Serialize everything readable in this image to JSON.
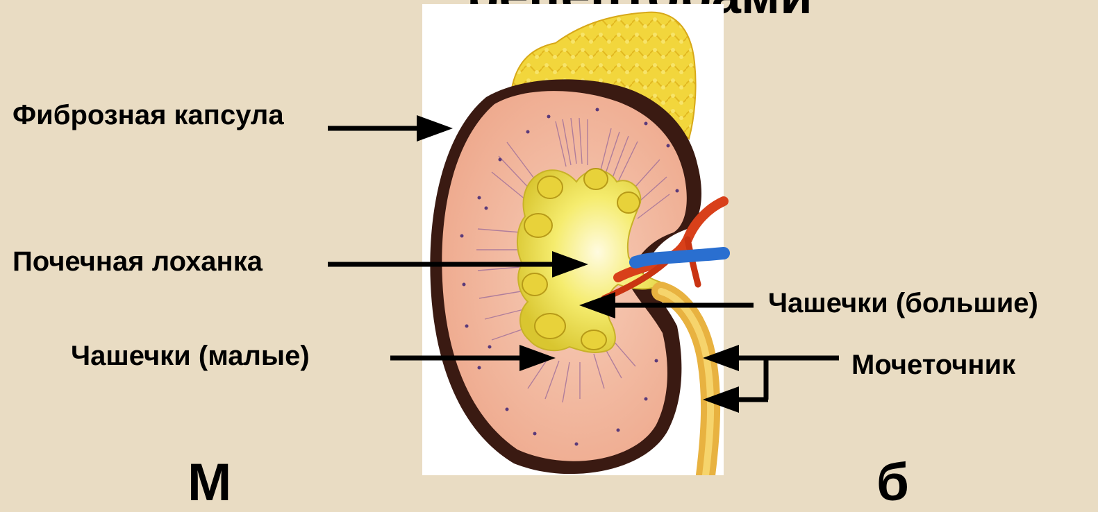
{
  "slide": {
    "heading_top": "рецепторами",
    "heading_bottom_left": "М",
    "heading_bottom_right": "б"
  },
  "labels": {
    "fibrous_capsule": "Фиброзная капсула",
    "renal_pelvis": "Почечная лоханка",
    "major_calyces": "Чашечки (большие)",
    "minor_calyces": "Чашечки (малые)",
    "ureter": "Мочеточник"
  },
  "colors": {
    "background": "#e9dcc3",
    "photo_background": "#ffffff",
    "cortex": "#f2b49a",
    "capsule_dark": "#3a1a12",
    "adrenal_fat": "#f0d23a",
    "pelvis_yellow": "#f4ea66",
    "artery": "#d8401a",
    "vein": "#2a6fd0",
    "ureter": "#e8b240",
    "arrow": "#000000"
  }
}
